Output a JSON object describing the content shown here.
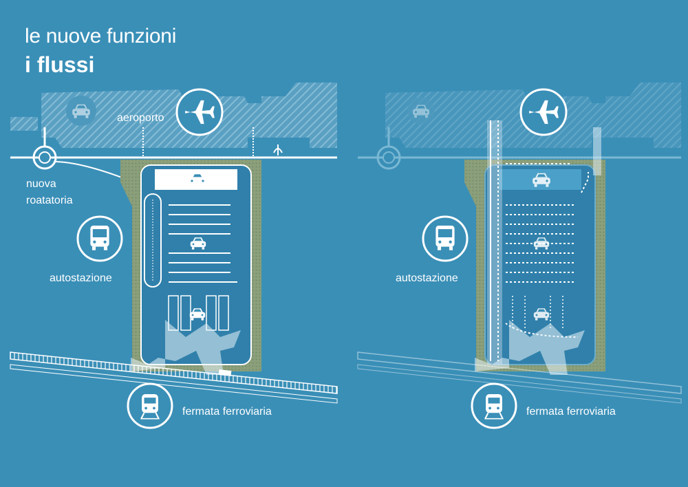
{
  "header": {
    "title": "le nuove funzioni",
    "subtitle": "i flussi"
  },
  "left_panel": {
    "airport_label": "aeroporto",
    "roundabout_label_line1": "nuova",
    "roundabout_label_line2": "roatatoria",
    "bus_station_label": "autostazione",
    "train_stop_label": "fermata ferroviaria"
  },
  "right_panel": {
    "bus_station_label": "autostazione",
    "train_stop_label": "fermata ferroviaria"
  },
  "icons": [
    "airplane-icon",
    "car-icon",
    "bus-icon",
    "train-icon"
  ],
  "colors": {
    "background": "#3a8fb7",
    "hatch": "#6aa9c7",
    "green_area": "#8a9f7a",
    "lot": "#2f7aa3",
    "white": "#ffffff"
  }
}
